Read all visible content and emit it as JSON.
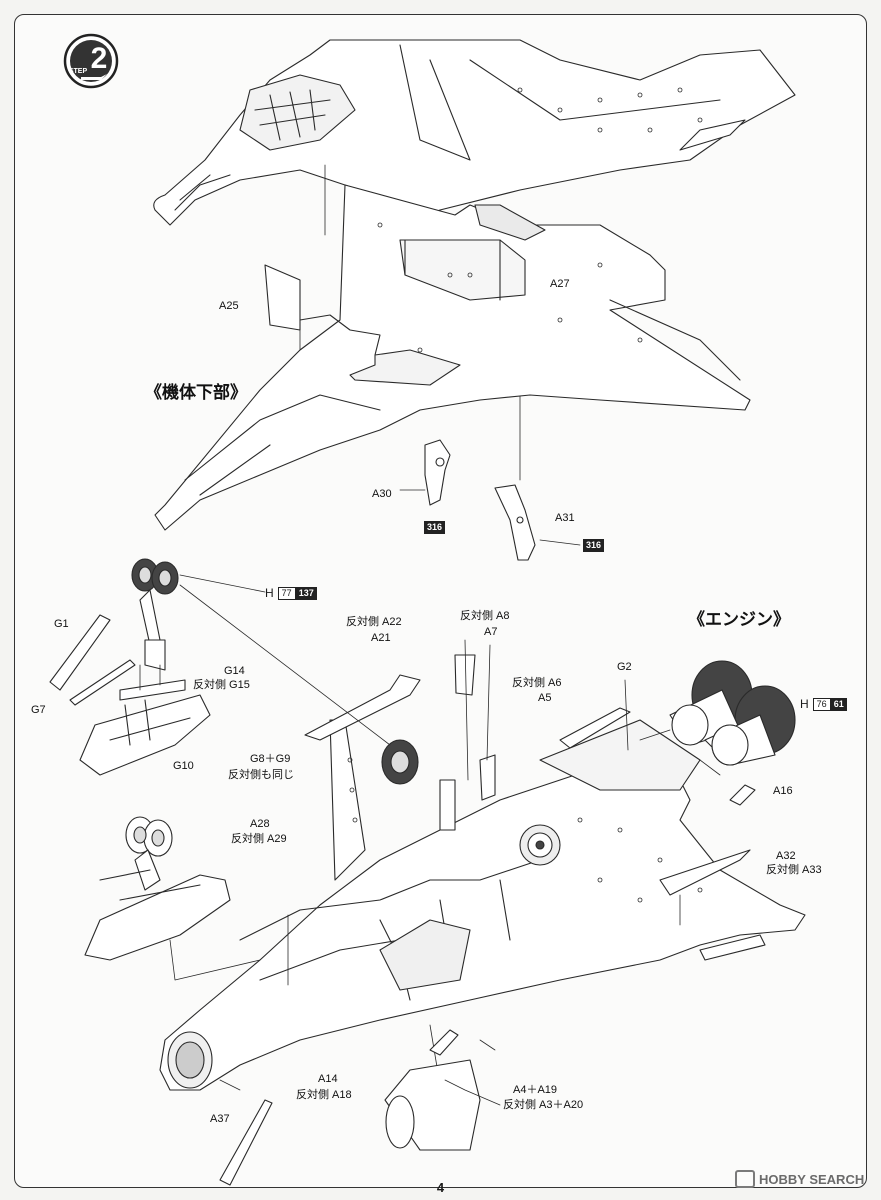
{
  "step": {
    "label": "STEP",
    "number": "2"
  },
  "sections": {
    "lower_fuselage": "《機体下部》",
    "engine": "《エンジン》"
  },
  "labels": {
    "a25": "A25",
    "a27": "A27",
    "a30": "A30",
    "a31": "A31",
    "g1": "G1",
    "g7": "G7",
    "g10": "G10",
    "g14": "G14",
    "g14_opp": "反対側 G15",
    "a22": "反対側 A22",
    "a21": "A21",
    "a8": "反対側 A8",
    "a7": "A7",
    "a6": "反対側 A6",
    "a5": "A5",
    "g2": "G2",
    "g8g9": "G8＋G9",
    "g8g9_opp": "反対側も同じ",
    "a28": "A28",
    "a28_opp": "反対側 A29",
    "a16": "A16",
    "a32": "A32",
    "a32_opp": "反対側 A33",
    "a14": "A14",
    "a14_opp": "反対側 A18",
    "a4a19": "A4＋A19",
    "a4a19_opp": "反対側 A3＋A20",
    "a37": "A37"
  },
  "color_badges": {
    "a30_color": "316",
    "a31_color": "316"
  },
  "refs": {
    "wheels": {
      "letter": "H",
      "code1": "77",
      "code2": "137"
    },
    "engine": {
      "letter": "H",
      "code1": "76",
      "code2": "61"
    }
  },
  "page_number": "4",
  "watermark": {
    "text": "HOBBY SEARCH"
  }
}
